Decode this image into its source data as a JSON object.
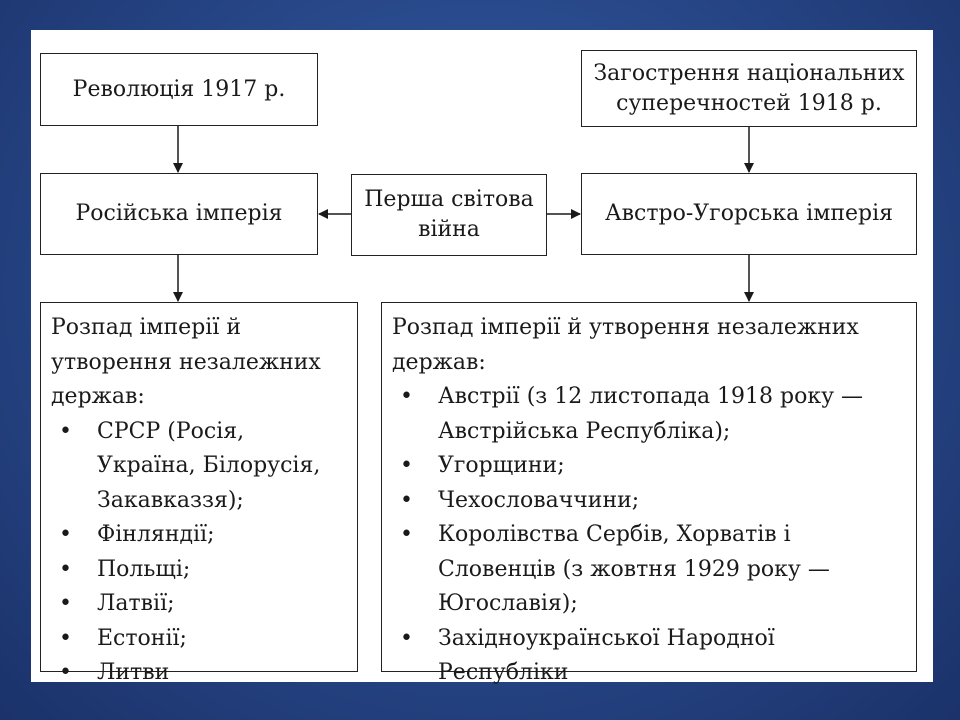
{
  "diagram": {
    "revolution": "Революція 1917 р.",
    "aggravation": "Загострення національних суперечностей 1918 р.",
    "russian_empire": "Російська імперія",
    "world_war": "Перша світова війна",
    "austro_hungarian_empire": "Австро-Угорська імперія",
    "left_list": {
      "intro": "Розпад імперії й утворення незалежних держав:",
      "items": [
        "СРСР (Росія, Україна, Білорусія, Закавказзя);",
        "Фінляндії;",
        "Польщі;",
        "Латвії;",
        "Естонії;",
        "Литви"
      ]
    },
    "right_list": {
      "intro": "Розпад імперії й утворення незалежних держав:",
      "items": [
        "Австрії (з 12 листопада 1918 року — Австрійська Республіка);",
        "Угорщини;",
        "Чехословаччини;",
        "Королівства Сербів, Хорватів і Словенців (з жовтня 1929 року — Югославія);",
        "Західноукраїнської Народної Республіки"
      ]
    },
    "bullet": "•"
  }
}
